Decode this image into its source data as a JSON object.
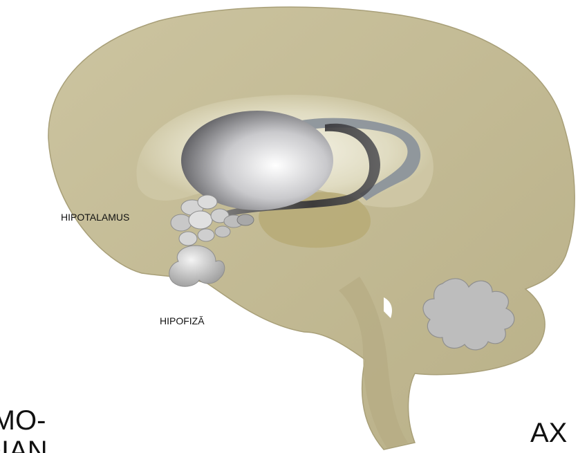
{
  "labels": {
    "hypothalamus": "HIPOTALAMUS",
    "pituitary": "HIPOFIZĂ"
  },
  "captions": {
    "left_line1": "AMO-",
    "left_line2": "IDIAN",
    "right": "AX"
  },
  "colors": {
    "brain": "#c4bb94",
    "brain_outline": "#a89f78",
    "inner_band": "#d9d4b8",
    "thalamus_dark": "#3a3a3e",
    "thalamus_light": "#ffffff",
    "fornix": "#8c939b",
    "cerebellum_tree": "#bdbdbd",
    "pituitary": "#d8d8d8"
  }
}
